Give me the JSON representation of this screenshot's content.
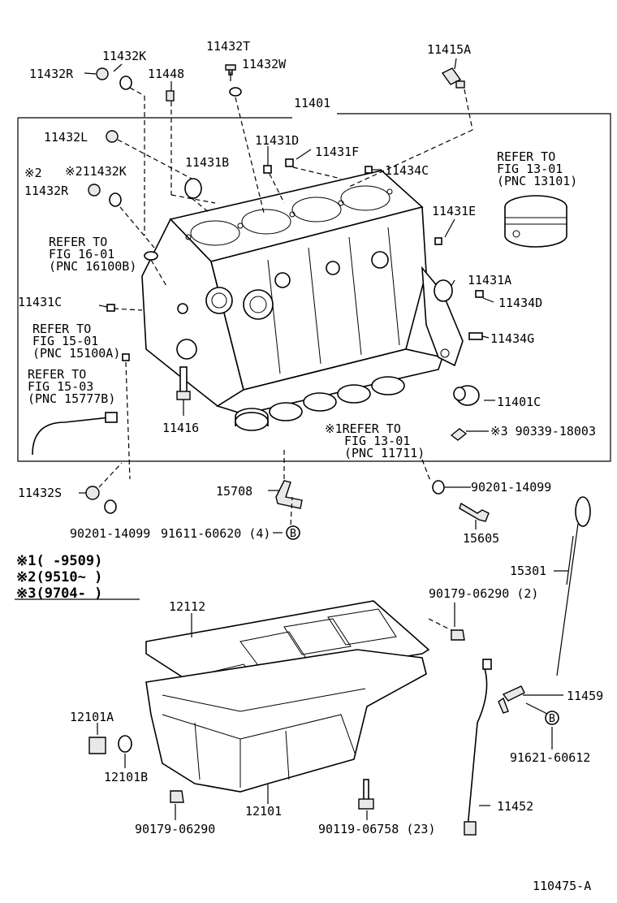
{
  "labels": {
    "p11432r_a": "11432R",
    "p11432k_a": "11432K",
    "p11448": "11448",
    "p11432t": "11432T",
    "p11432w": "11432W",
    "p11415a": "11415A",
    "p11401": "11401",
    "p11432l": "11432L",
    "p11431d": "11431D",
    "p11431f": "11431F",
    "p11431b": "11431B",
    "p11434c": "11434C",
    "mark2_top": "※2",
    "p211432k": "※211432K",
    "p11432r_b": "11432R",
    "p11431e": "11431E",
    "p11431a": "11431A",
    "p11434d": "11434D",
    "p11431c": "11431C",
    "p11434g": "11434G",
    "p11401c": "11401C",
    "p11416": "11416",
    "p90339": "※3 90339-18003",
    "p11432s": "11432S",
    "p15708": "15708",
    "p90201_r": "90201-14099",
    "p15605": "15605",
    "p90201_l": "90201-14099",
    "p91611": "91611-60620 (4)",
    "p15301": "15301",
    "p90179_2": "90179-06290 (2)",
    "p12112": "12112",
    "p11459": "11459",
    "p12101a": "12101A",
    "p12101b": "12101B",
    "p91621": "91621-60612",
    "p11452": "11452",
    "p12101": "12101",
    "p90179": "90179-06290",
    "p90119": "90119-06758 (23)",
    "figure_id": "110475-A",
    "circle_b": "B"
  },
  "refs": {
    "piston": [
      "REFER TO",
      "FIG 13-01",
      "(PNC 13101)"
    ],
    "fig16": [
      "REFER TO",
      "FIG 16-01",
      "(PNC 16100B)"
    ],
    "fig15a": [
      "REFER TO",
      "FIG 15-01",
      "(PNC 15100A)"
    ],
    "fig15b": [
      "REFER TO",
      "FIG 15-03",
      "(PNC 15777B)"
    ],
    "bearings": [
      "※1REFER TO",
      "FIG 13-01",
      "(PNC 11711)"
    ]
  },
  "legend": [
    "※1(      -9509)",
    "※2(9510~      )",
    "※3(9704-       )"
  ]
}
